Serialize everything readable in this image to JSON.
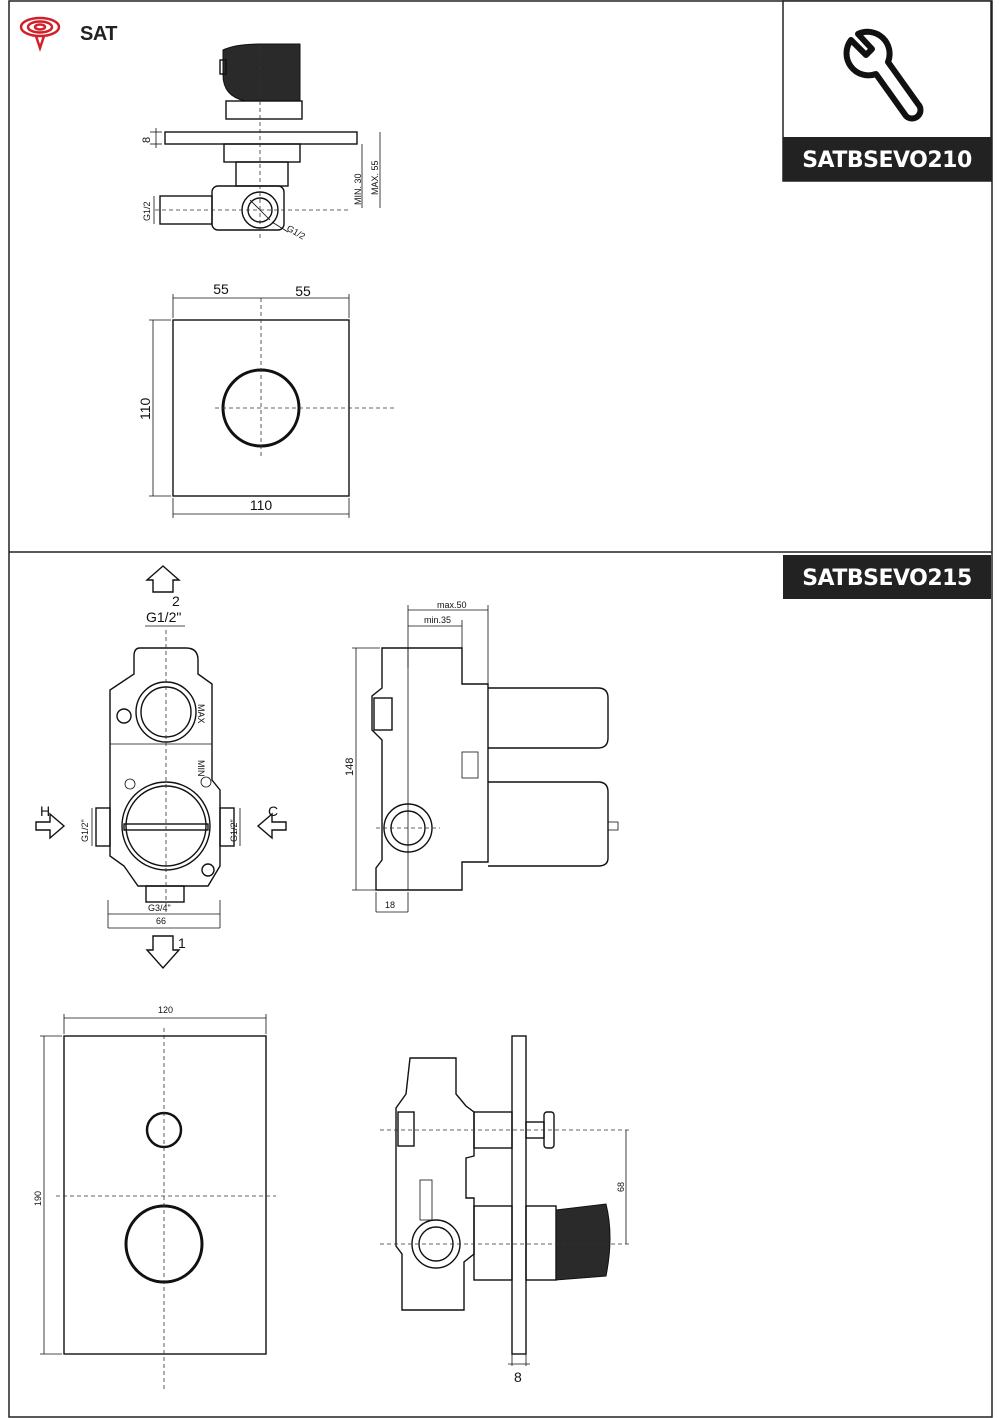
{
  "brand": {
    "name": "SAT",
    "logo_color": "#d0202a"
  },
  "colors": {
    "label_bg": "#222222",
    "line": "#111111",
    "frame": "#222222"
  },
  "icons": {
    "tool": "wrench-icon"
  },
  "top_section": {
    "code": "SATBSEVO210",
    "side_view": {
      "plate_thickness": "8",
      "depth_min": "MIN. 30",
      "depth_max": "MAX. 55",
      "thread_left": "G1/2",
      "thread_center": "G1/2"
    },
    "front_view": {
      "half_left": "55",
      "half_right": "55",
      "height": "110",
      "width": "110"
    }
  },
  "bottom_section": {
    "code": "SATBSEVO215",
    "body_front": {
      "outlet_top_num": "2",
      "outlet_top_thread": "G1/2\"",
      "inlet_left_label": "H",
      "inlet_left_thread": "G1/2\"",
      "inlet_right_label": "C",
      "inlet_right_thread": "G1/2\"",
      "outlet_bottom_thread": "G3/4\"",
      "body_width": "66",
      "outlet_bottom_num": "1",
      "mark_max": "MAX",
      "mark_min": "MIN"
    },
    "body_side": {
      "depth_max": "max.50",
      "depth_min": "min.35",
      "height": "148",
      "base": "18"
    },
    "plate_front": {
      "width": "120",
      "height": "190"
    },
    "plate_side": {
      "spacing": "68",
      "plate_thickness": "8"
    }
  }
}
